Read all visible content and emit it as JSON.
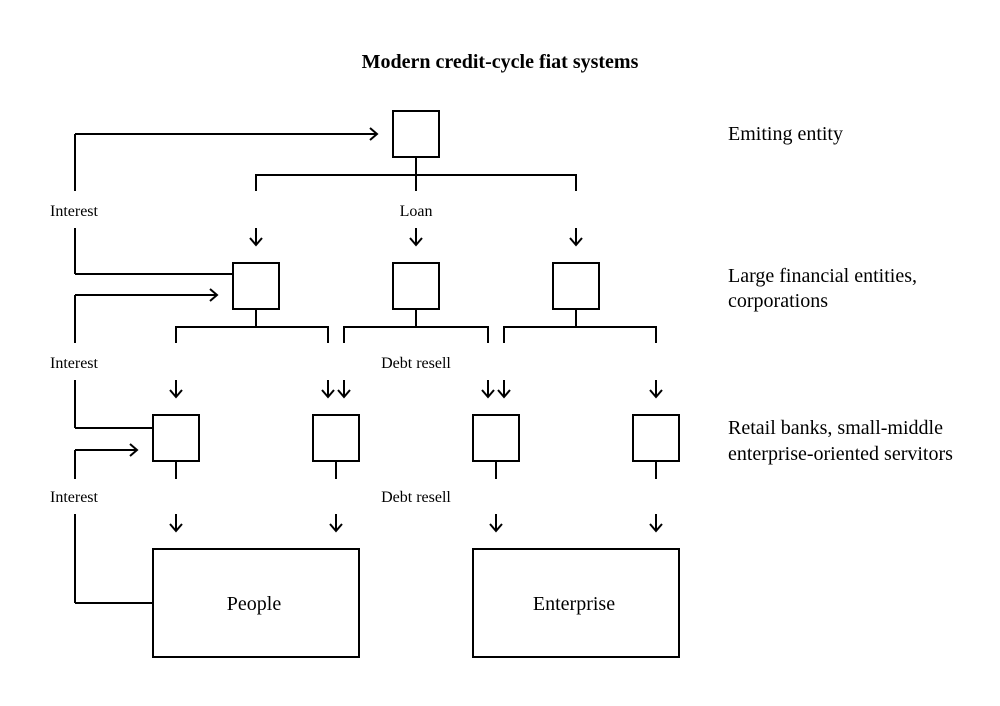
{
  "title": "Modern credit-cycle fiat systems",
  "levels": {
    "emitting": "Emiting entity",
    "large_line1": "Large financial entities,",
    "large_line2": "corporations",
    "retail_line1": "Retail banks, small-middle",
    "retail_line2": "enterprise-oriented servitors"
  },
  "flow_labels": {
    "interest_top": "Interest",
    "loan": "Loan",
    "interest_mid": "Interest",
    "debt_resell_mid": "Debt resell",
    "interest_bottom": "Interest",
    "debt_resell_bottom": "Debt resell"
  },
  "endpoints": {
    "people": "People",
    "enterprise": "Enterprise"
  }
}
